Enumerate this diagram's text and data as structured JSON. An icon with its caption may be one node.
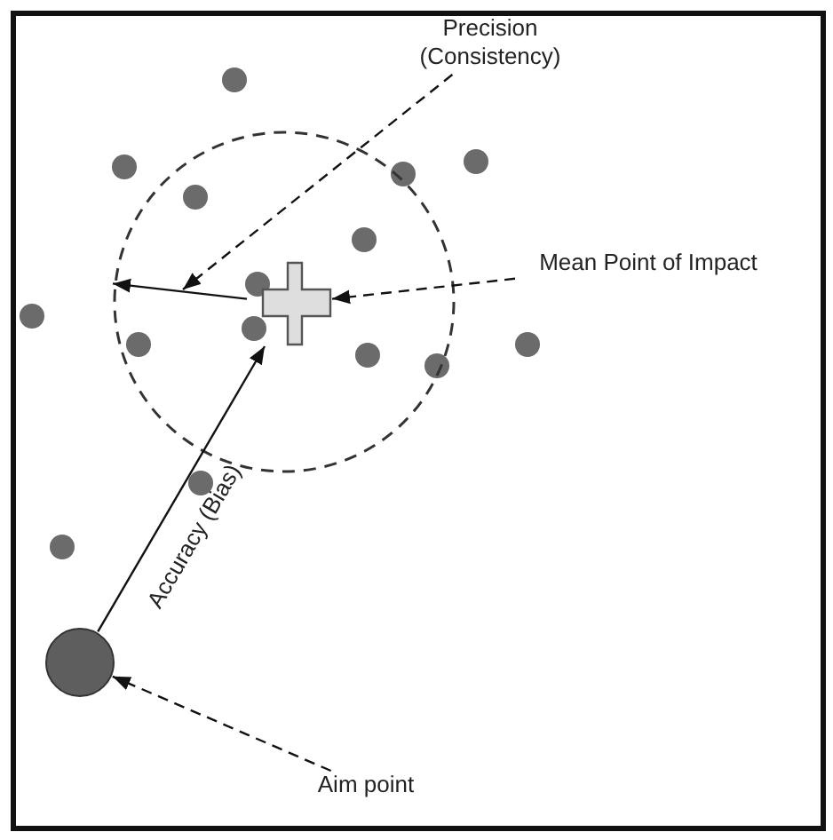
{
  "diagram": {
    "nodes": [
      {
        "text": [
          "Precision (Consistency)"
        ]
      },
      {
        "text": [
          "Mean Point of Impact"
        ]
      },
      {
        "text": [
          "Aim point"
        ]
      },
      {
        "text": [],
        "shape": "circle"
      },
      {
        "text": [],
        "shape": "cross",
        "in": 3
      },
      {
        "text": [],
        "shape": "circle"
      }
    ],
    "edges": [
      {
        "from": 4,
        "to": 3,
        "arrow": "to"
      },
      {
        "from": 5,
        "to": 4,
        "arrow": "to",
        "label": "Accuracy (Bias)"
      },
      {
        "from": 0,
        "to": null,
        "arrow": "to",
        "style": "dashed"
      },
      {
        "from": 1,
        "to": 4,
        "arrow": "to",
        "style": "dashed"
      },
      {
        "from": 2,
        "to": 5,
        "arrow": "to",
        "style": "dashed"
      }
    ]
  }
}
